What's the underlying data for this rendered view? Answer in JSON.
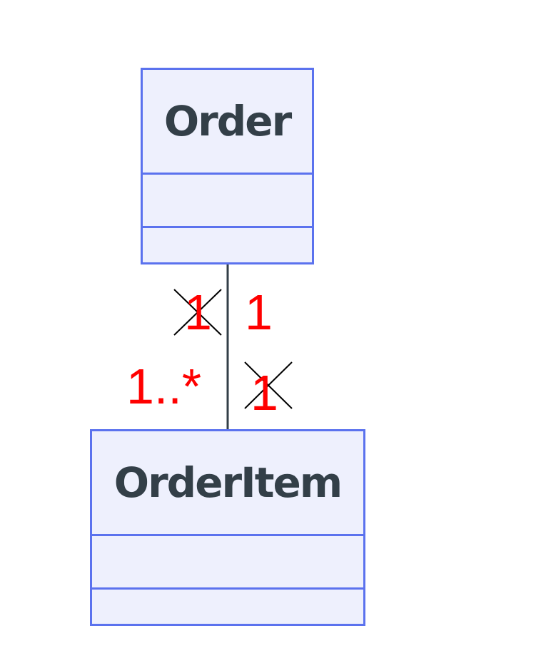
{
  "diagram": {
    "classes": {
      "order": {
        "name": "Order"
      },
      "order_item": {
        "name": "OrderItem"
      }
    },
    "association": {
      "order_end_left": {
        "label": "1",
        "struck_out": true
      },
      "order_end_right": {
        "label": "1",
        "struck_out": false
      },
      "item_end_left": {
        "label": "1..*",
        "struck_out": false
      },
      "item_end_right": {
        "label": "1",
        "struck_out": true
      }
    },
    "colors": {
      "class_fill": "#eef0fd",
      "class_border": "#5b72ee",
      "class_text": "#333f48",
      "line": "#333f48",
      "annotation": "#ff0000",
      "strike": "#000000"
    }
  }
}
